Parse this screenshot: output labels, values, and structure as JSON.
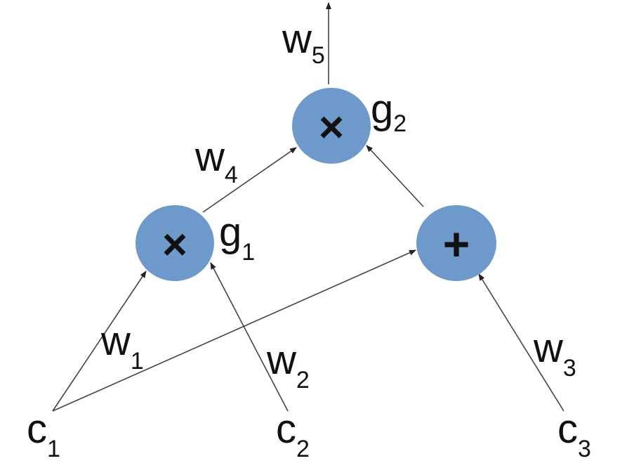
{
  "diagram": {
    "node_color": "#6d9acb",
    "edge_color": "#444444",
    "text_color": "#111111",
    "nodes": [
      {
        "id": "g1",
        "operator": "×",
        "label": "g",
        "subscript": "1"
      },
      {
        "id": "g2",
        "operator": "×",
        "label": "g",
        "subscript": "2"
      },
      {
        "id": "plus",
        "operator": "+",
        "label": "",
        "subscript": ""
      }
    ],
    "inputs": [
      {
        "id": "c1",
        "label": "c",
        "subscript": "1"
      },
      {
        "id": "c2",
        "label": "c",
        "subscript": "2"
      },
      {
        "id": "c3",
        "label": "c",
        "subscript": "3"
      }
    ],
    "weights": [
      {
        "id": "w1",
        "label": "w",
        "subscript": "1",
        "from": "c1",
        "to": "g1"
      },
      {
        "id": "w2",
        "label": "w",
        "subscript": "2",
        "from": "c2",
        "to": "g1"
      },
      {
        "id": "w3",
        "label": "w",
        "subscript": "3",
        "from": "c3",
        "to": "plus"
      },
      {
        "id": "w4",
        "label": "w",
        "subscript": "4",
        "from": "g1",
        "to": "g2"
      },
      {
        "id": "w5",
        "label": "w",
        "subscript": "5",
        "from": "g2",
        "to": "output"
      }
    ],
    "extra_edges": [
      {
        "from": "c1",
        "to": "plus"
      },
      {
        "from": "plus",
        "to": "g2"
      }
    ]
  }
}
